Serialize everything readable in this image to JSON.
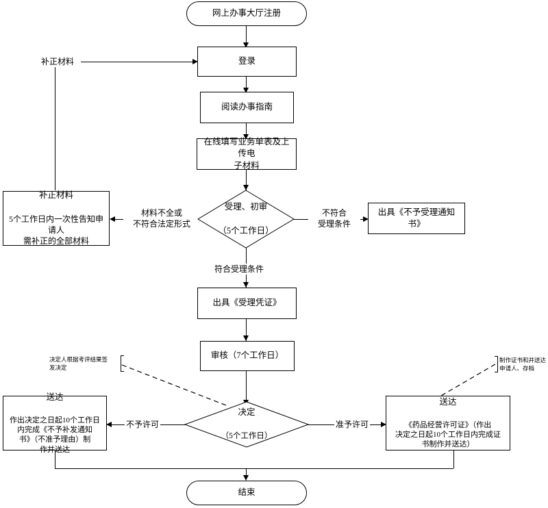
{
  "diagram": {
    "title_node": "网上办事大厅注册",
    "end_node": "结束"
  },
  "nodes": {
    "start": "网上办事大厅注册",
    "login": "登录",
    "guide": "阅读办事指南",
    "fill_form": "在线填写业务单表及上传电\n子材料",
    "accept_review_title": "受理、初审",
    "accept_review_days": "（5个工作日）",
    "fix_materials_title": "补正材料",
    "fix_materials_body": "5个工作日内一次性告知申请人\n需补正的全部材料",
    "reject_notice": "出具《不予受理通知书》",
    "accept_voucher": "出具《受理凭证》",
    "audit": "审核（7个工作日）",
    "decision_title": "决定",
    "decision_days": "（5个工作日）",
    "deliver_left_title": "送达",
    "deliver_left_body": "作出决定之日起10个工作日\n内完成《不予补发通知\n书》（不准予理由）制\n作并送达",
    "deliver_right_title": "送达",
    "deliver_right_body": "《药品经营许可证》（作出\n决定之日起10个工作日内完成证\n书制作并送达）",
    "end": "结束"
  },
  "edge_labels": {
    "resubmit": "补正材料",
    "material_incomplete": "材料不全或\n不符合法定形式",
    "not_meet_accept": "不符合\n受理条件",
    "meet_accept": "符合受理条件",
    "not_permitted": "不予许可",
    "permitted": "准予许可"
  },
  "annotations": {
    "left_note": "决定人根据考评结果签\n发决定",
    "right_note": "制作证书和并送达\n申请人、存档"
  },
  "colors": {
    "stroke": "#000000",
    "fill": "#ffffff",
    "text": "#000000"
  }
}
